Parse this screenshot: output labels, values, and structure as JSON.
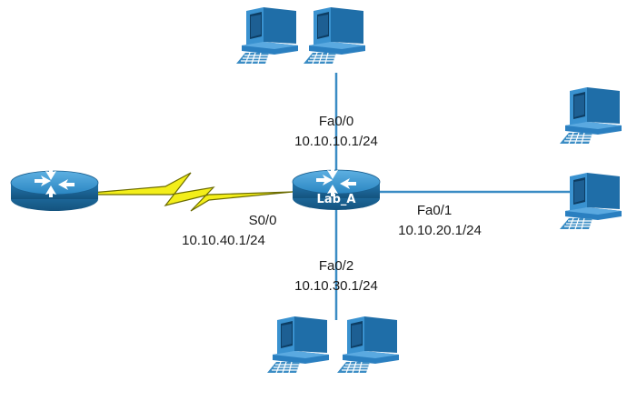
{
  "diagram": {
    "central_router": {
      "name": "Lab_A"
    },
    "interfaces": {
      "fa0_0": {
        "name": "Fa0/0",
        "ip": "10.10.10.1/24"
      },
      "fa0_1": {
        "name": "Fa0/1",
        "ip": "10.10.20.1/24"
      },
      "fa0_2": {
        "name": "Fa0/2",
        "ip": "10.10.30.1/24"
      },
      "s0_0": {
        "name": "S0/0",
        "ip": "10.10.40.1/24"
      }
    }
  },
  "colors": {
    "router_body": "#2a86c2",
    "router_dark": "#1a5f8f",
    "pc_blue": "#2a7fc0",
    "link_blue": "#3a8cc4",
    "serial_yellow": "#f3ee1a"
  },
  "icons": [
    "router-icon",
    "computer-icon",
    "serial-link-icon"
  ]
}
